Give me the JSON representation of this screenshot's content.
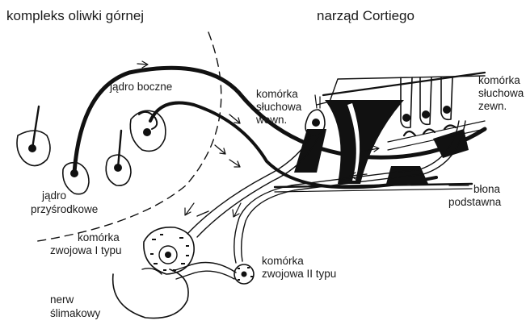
{
  "labels": {
    "superior_olive": "kompleks oliwki górnej",
    "organ_of_corti": "narząd Cortiego",
    "lateral_nucleus": "jądro boczne",
    "medial_nucleus_line1": "jądro",
    "medial_nucleus_line2": "przyśrodkowe",
    "inner_hair_cell_line1": "komórka",
    "inner_hair_cell_line2": "słuchowa",
    "inner_hair_cell_line3": "wewn.",
    "outer_hair_cell_line1": "komórka",
    "outer_hair_cell_line2": "słuchowa",
    "outer_hair_cell_line3": "zewn.",
    "basilar_membrane_line1": "błona",
    "basilar_membrane_line2": "podstawna",
    "type1_ganglion_line1": "komórka",
    "type1_ganglion_line2": "zwojowa I typu",
    "type2_ganglion_line1": "komórka",
    "type2_ganglion_line2": "zwojowa II typu",
    "cochlear_nerve_line1": "nerw",
    "cochlear_nerve_line2": "ślimakowy"
  },
  "colors": {
    "ink": "#111111",
    "background": "#ffffff"
  }
}
